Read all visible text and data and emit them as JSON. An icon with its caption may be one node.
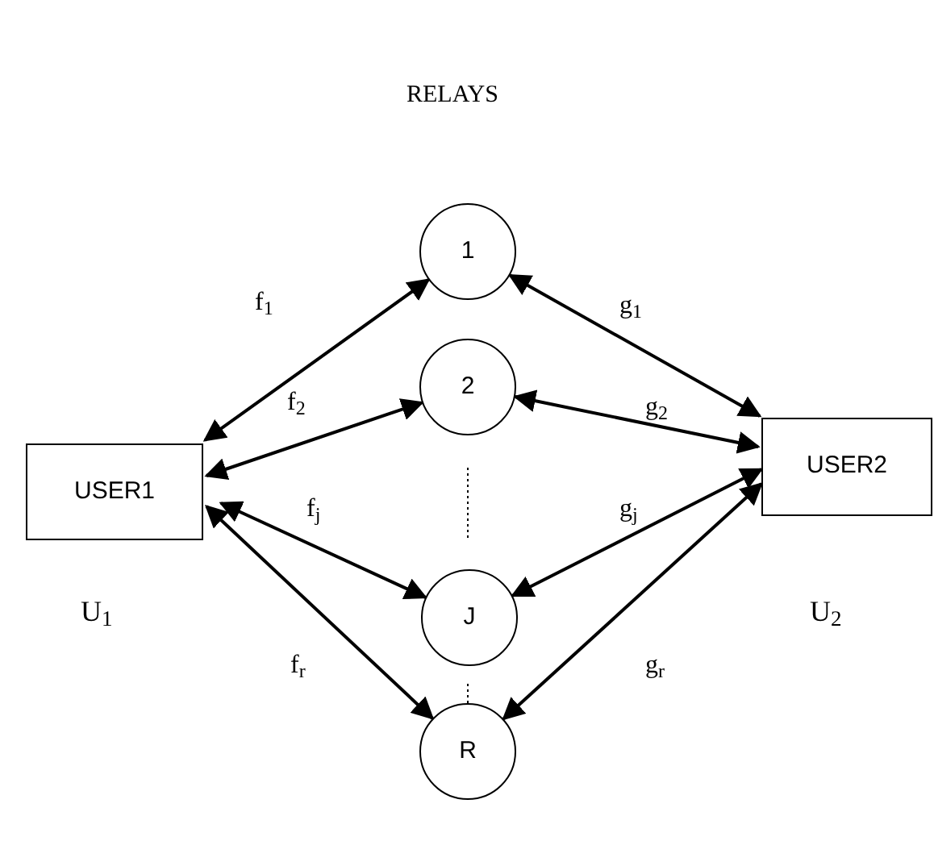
{
  "diagram": {
    "title": "RELAYS",
    "nodes": [
      {
        "text": [
          "USER1"
        ],
        "beside": [
          "U$_{1}$"
        ]
      },
      {
        "text": [
          "1"
        ]
      },
      {
        "text": [
          "2"
        ]
      },
      {
        "text": [
          "J"
        ]
      },
      {
        "text": [
          "R"
        ]
      },
      {
        "text": [
          "USER2"
        ],
        "beside": [
          "U$_{2}$"
        ]
      }
    ],
    "edges": [
      {
        "from": 0,
        "to": 1,
        "arrow": "both",
        "label": "f$_{1}$"
      },
      {
        "from": 0,
        "to": 2,
        "arrow": "both",
        "label": "f$_{2}$"
      },
      {
        "from": 0,
        "to": 3,
        "arrow": "both",
        "label": "f$_{j}$"
      },
      {
        "from": 0,
        "to": 4,
        "arrow": "both",
        "label": "f$_{r}$"
      },
      {
        "from": 5,
        "to": 1,
        "arrow": "both",
        "label": "g$_{1}$"
      },
      {
        "from": 5,
        "to": 2,
        "arrow": "both",
        "label": "g$_{2}$"
      },
      {
        "from": 5,
        "to": 3,
        "arrow": "both",
        "label": "g$_{j}$"
      },
      {
        "from": 5,
        "to": 4,
        "arrow": "both",
        "label": "g$_{r}$"
      }
    ]
  }
}
